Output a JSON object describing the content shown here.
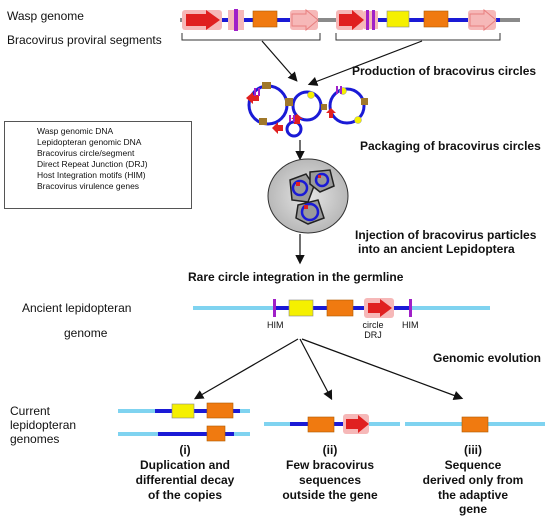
{
  "labels": {
    "wasp_genome": "Wasp genome",
    "proviral_segments": "Bracovirus proviral segments",
    "production": "Production of bracovirus circles",
    "packaging": "Packaging of bracovirus circles",
    "injection_line1": "Injection of bracovirus particles",
    "injection_line2": "into an ancient  Lepidoptera",
    "rare_integration": "Rare circle integration in the germline",
    "ancient_line1": "Ancient lepidopteran",
    "ancient_line2": "genome",
    "genomic_evolution": "Genomic evolution",
    "current_line1": "Current",
    "current_line2": "lepidopteran",
    "current_line3": "genomes"
  },
  "integration_labels": {
    "him_left": "HIM",
    "him_right": "HIM",
    "circle_drj_line1": "circle",
    "circle_drj_line2": "DRJ"
  },
  "legend": {
    "items": [
      {
        "label": "Wasp genomic DNA",
        "color": "#8a8a8a"
      },
      {
        "label": "Lepidopteran genomic DNA",
        "color": "#7fd3f0"
      },
      {
        "label": "Bracovirus circle/segment",
        "color": "#1a1ad6"
      },
      {
        "label": "Direct Repeat Junction (DRJ)",
        "color": "#e02020"
      },
      {
        "label": "Host Integration motifs (HIM)",
        "color": "#a020c8"
      },
      {
        "label": "Bracovirus virulence genes",
        "color": "#f07a10"
      }
    ]
  },
  "outcomes": [
    {
      "numeral": "(i)",
      "line1": "Duplication and",
      "line2": "differential decay",
      "line3": "of the copies"
    },
    {
      "numeral": "(ii)",
      "line1": "Few bracovirus",
      "line2": "sequences",
      "line3": "outside the gene"
    },
    {
      "numeral": "(iii)",
      "line1": "Sequence",
      "line2": "derived only from",
      "line3": "the adaptive",
      "line4": "gene"
    }
  ],
  "colors": {
    "wasp_dna": "#8a8a8a",
    "lep_dna": "#7fd3f0",
    "bracovirus": "#1a1ad6",
    "drj": "#e02020",
    "drj_glow": "#f6b8b8",
    "him": "#a020c8",
    "gene_orange": "#f07a10",
    "gene_yellow": "#f5f000",
    "gene_brown": "#a0782a",
    "particle": "#d0d0d0"
  }
}
